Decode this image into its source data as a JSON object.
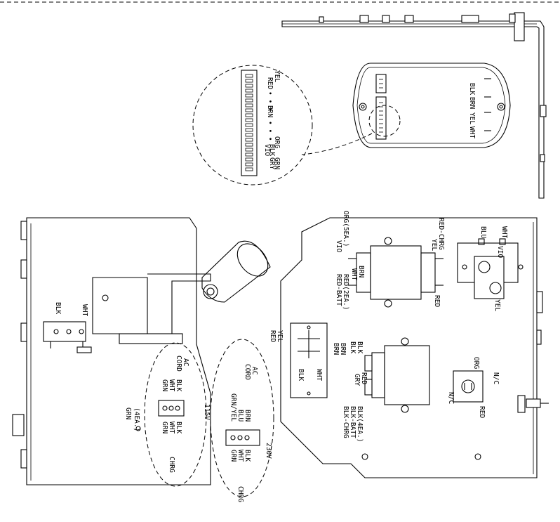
{
  "detail_inset": {
    "wires_right": [
      "YEL",
      "RED",
      "BRN",
      "ORG",
      "BLK",
      "VIO",
      "GRN",
      "GRY"
    ],
    "dots": "• • •"
  },
  "top_panel": {
    "labels": [
      "BLK",
      "BRN",
      "YEL",
      "WHT"
    ]
  },
  "left_panel": {
    "terminal_labels": [
      "BLK",
      "WHT"
    ],
    "grn_ground": [
      "GRN",
      "(4EA.)"
    ]
  },
  "wiring_115v": {
    "voltage": "115V",
    "ac_cord": [
      "AC",
      "CORD"
    ],
    "cord_wires": [
      "GRN",
      "WHT",
      "BLK"
    ],
    "charger_wires": [
      "GRN",
      "WHT",
      "BLK"
    ],
    "charger_label": "CHRG"
  },
  "wiring_230v": {
    "voltage": "230V",
    "ac_cord": [
      "AC",
      "CORD"
    ],
    "cord_wires": [
      "GRN/YEL",
      "BLU",
      "BRN"
    ],
    "charger_wires": [
      "GRN",
      "WHT",
      "BLK"
    ],
    "charger_label": "CHRG"
  },
  "right_panel": {
    "relay_top_left": [
      "VIO",
      "ORG(5EA.)"
    ],
    "relay_top_right": [
      "RED-CHRG",
      "YEL"
    ],
    "relay_bottom_left": [
      "RED-BATT",
      "RED(2EA.)"
    ],
    "relay_mid": [
      "BRN",
      "WHT"
    ],
    "relay_red": "RED",
    "solenoid_labels": [
      "BLU",
      "WHT",
      "VIO",
      "YEL"
    ],
    "breaker_left": [
      "YEL",
      "RED"
    ],
    "breaker_right": [
      "BRN",
      "BRN"
    ],
    "breaker_bottom": [
      "BLK",
      "WHT"
    ],
    "lower_relay_top": [
      "BLK",
      "BLK"
    ],
    "lower_relay_mid": [
      "GRY",
      "RED"
    ],
    "lower_relay_bottom": [
      "BLK-CHRG",
      "BLK-BATT",
      "BLK(4EA.)"
    ],
    "outlet_labels": [
      "ORG",
      "N/C",
      "N/C",
      "RED"
    ]
  }
}
